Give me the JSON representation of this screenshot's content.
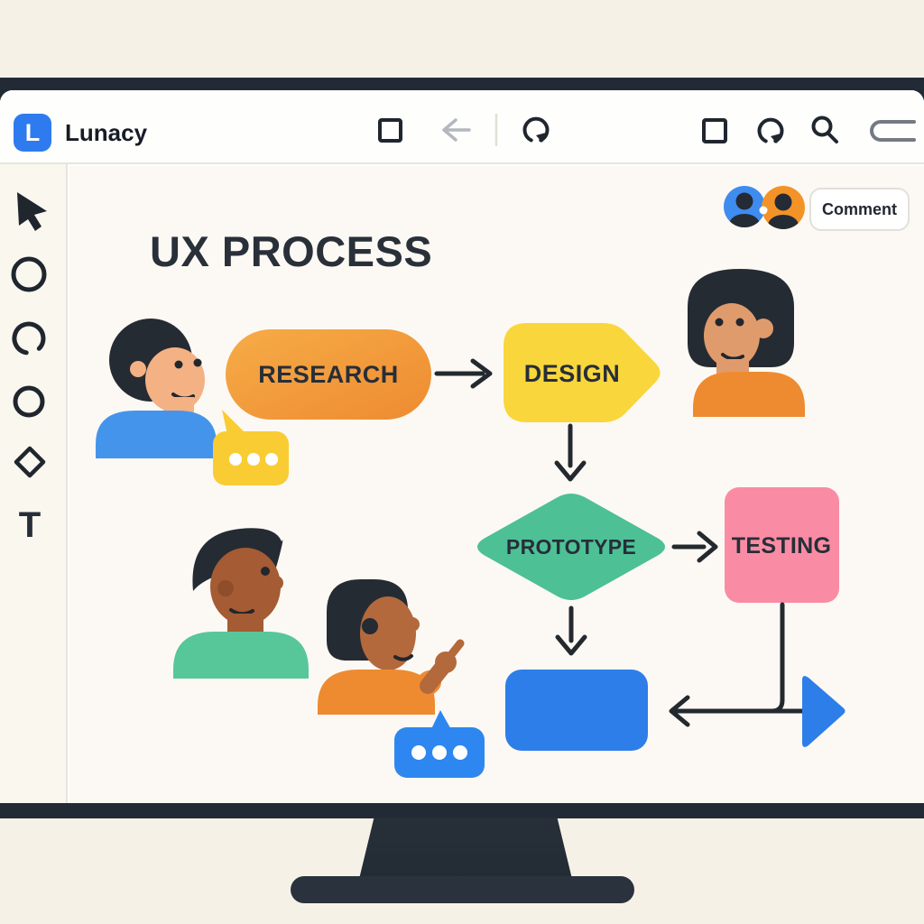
{
  "app": {
    "name": "Lunacy",
    "logo_letter": "L"
  },
  "toolbar": {
    "center_icons": [
      "frame-icon",
      "back-arrow-icon",
      "history-icon"
    ],
    "right_icons": [
      "frame-icon",
      "history-icon",
      "search-icon",
      "clip-icon"
    ]
  },
  "sidebar": {
    "tools": [
      "pointer-tool",
      "ellipse-tool",
      "arc-tool",
      "circle-tool",
      "diamond-tool",
      "text-tool"
    ],
    "text_tool_glyph": "T"
  },
  "canvas": {
    "title": "UX PROCESS",
    "comment_label": "Comment",
    "flowchart": {
      "nodes": [
        {
          "label": "RESEARCH",
          "shape": "pill",
          "color": "#F0A13C"
        },
        {
          "label": "DESIGN",
          "shape": "pointed-tag",
          "color": "#F9D63C"
        },
        {
          "label": "PROTOTYPE",
          "shape": "diamond",
          "color": "#4DC096"
        },
        {
          "label": "TESTING",
          "shape": "rounded-square",
          "color": "#F98CA4"
        },
        {
          "label": "",
          "shape": "rounded-rect",
          "color": "#2E7EE9"
        }
      ],
      "connections": [
        "RESEARCH → DESIGN",
        "DESIGN → PROTOTYPE",
        "PROTOTYPE → TESTING",
        "PROTOTYPE → blue-rect",
        "TESTING → blue-rect"
      ]
    },
    "collaborators": [
      "blue-avatar",
      "orange-avatar"
    ],
    "illustration": {
      "people": [
        "man-blue-shirt",
        "woman-orange-shirt",
        "man-green-shirt",
        "woman-orange-pointing"
      ],
      "speech_bubbles": [
        "yellow-dots",
        "blue-dots"
      ]
    }
  },
  "colors": {
    "background": "#F6F1E7",
    "bezel": "#222A35",
    "accent_blue": "#2E7BF0",
    "orange": "#F0A13C",
    "yellow": "#F9D63C",
    "green": "#4DC096",
    "pink": "#F98CA4",
    "shape_blue": "#2E7EE9",
    "arrow": "#23292F"
  }
}
